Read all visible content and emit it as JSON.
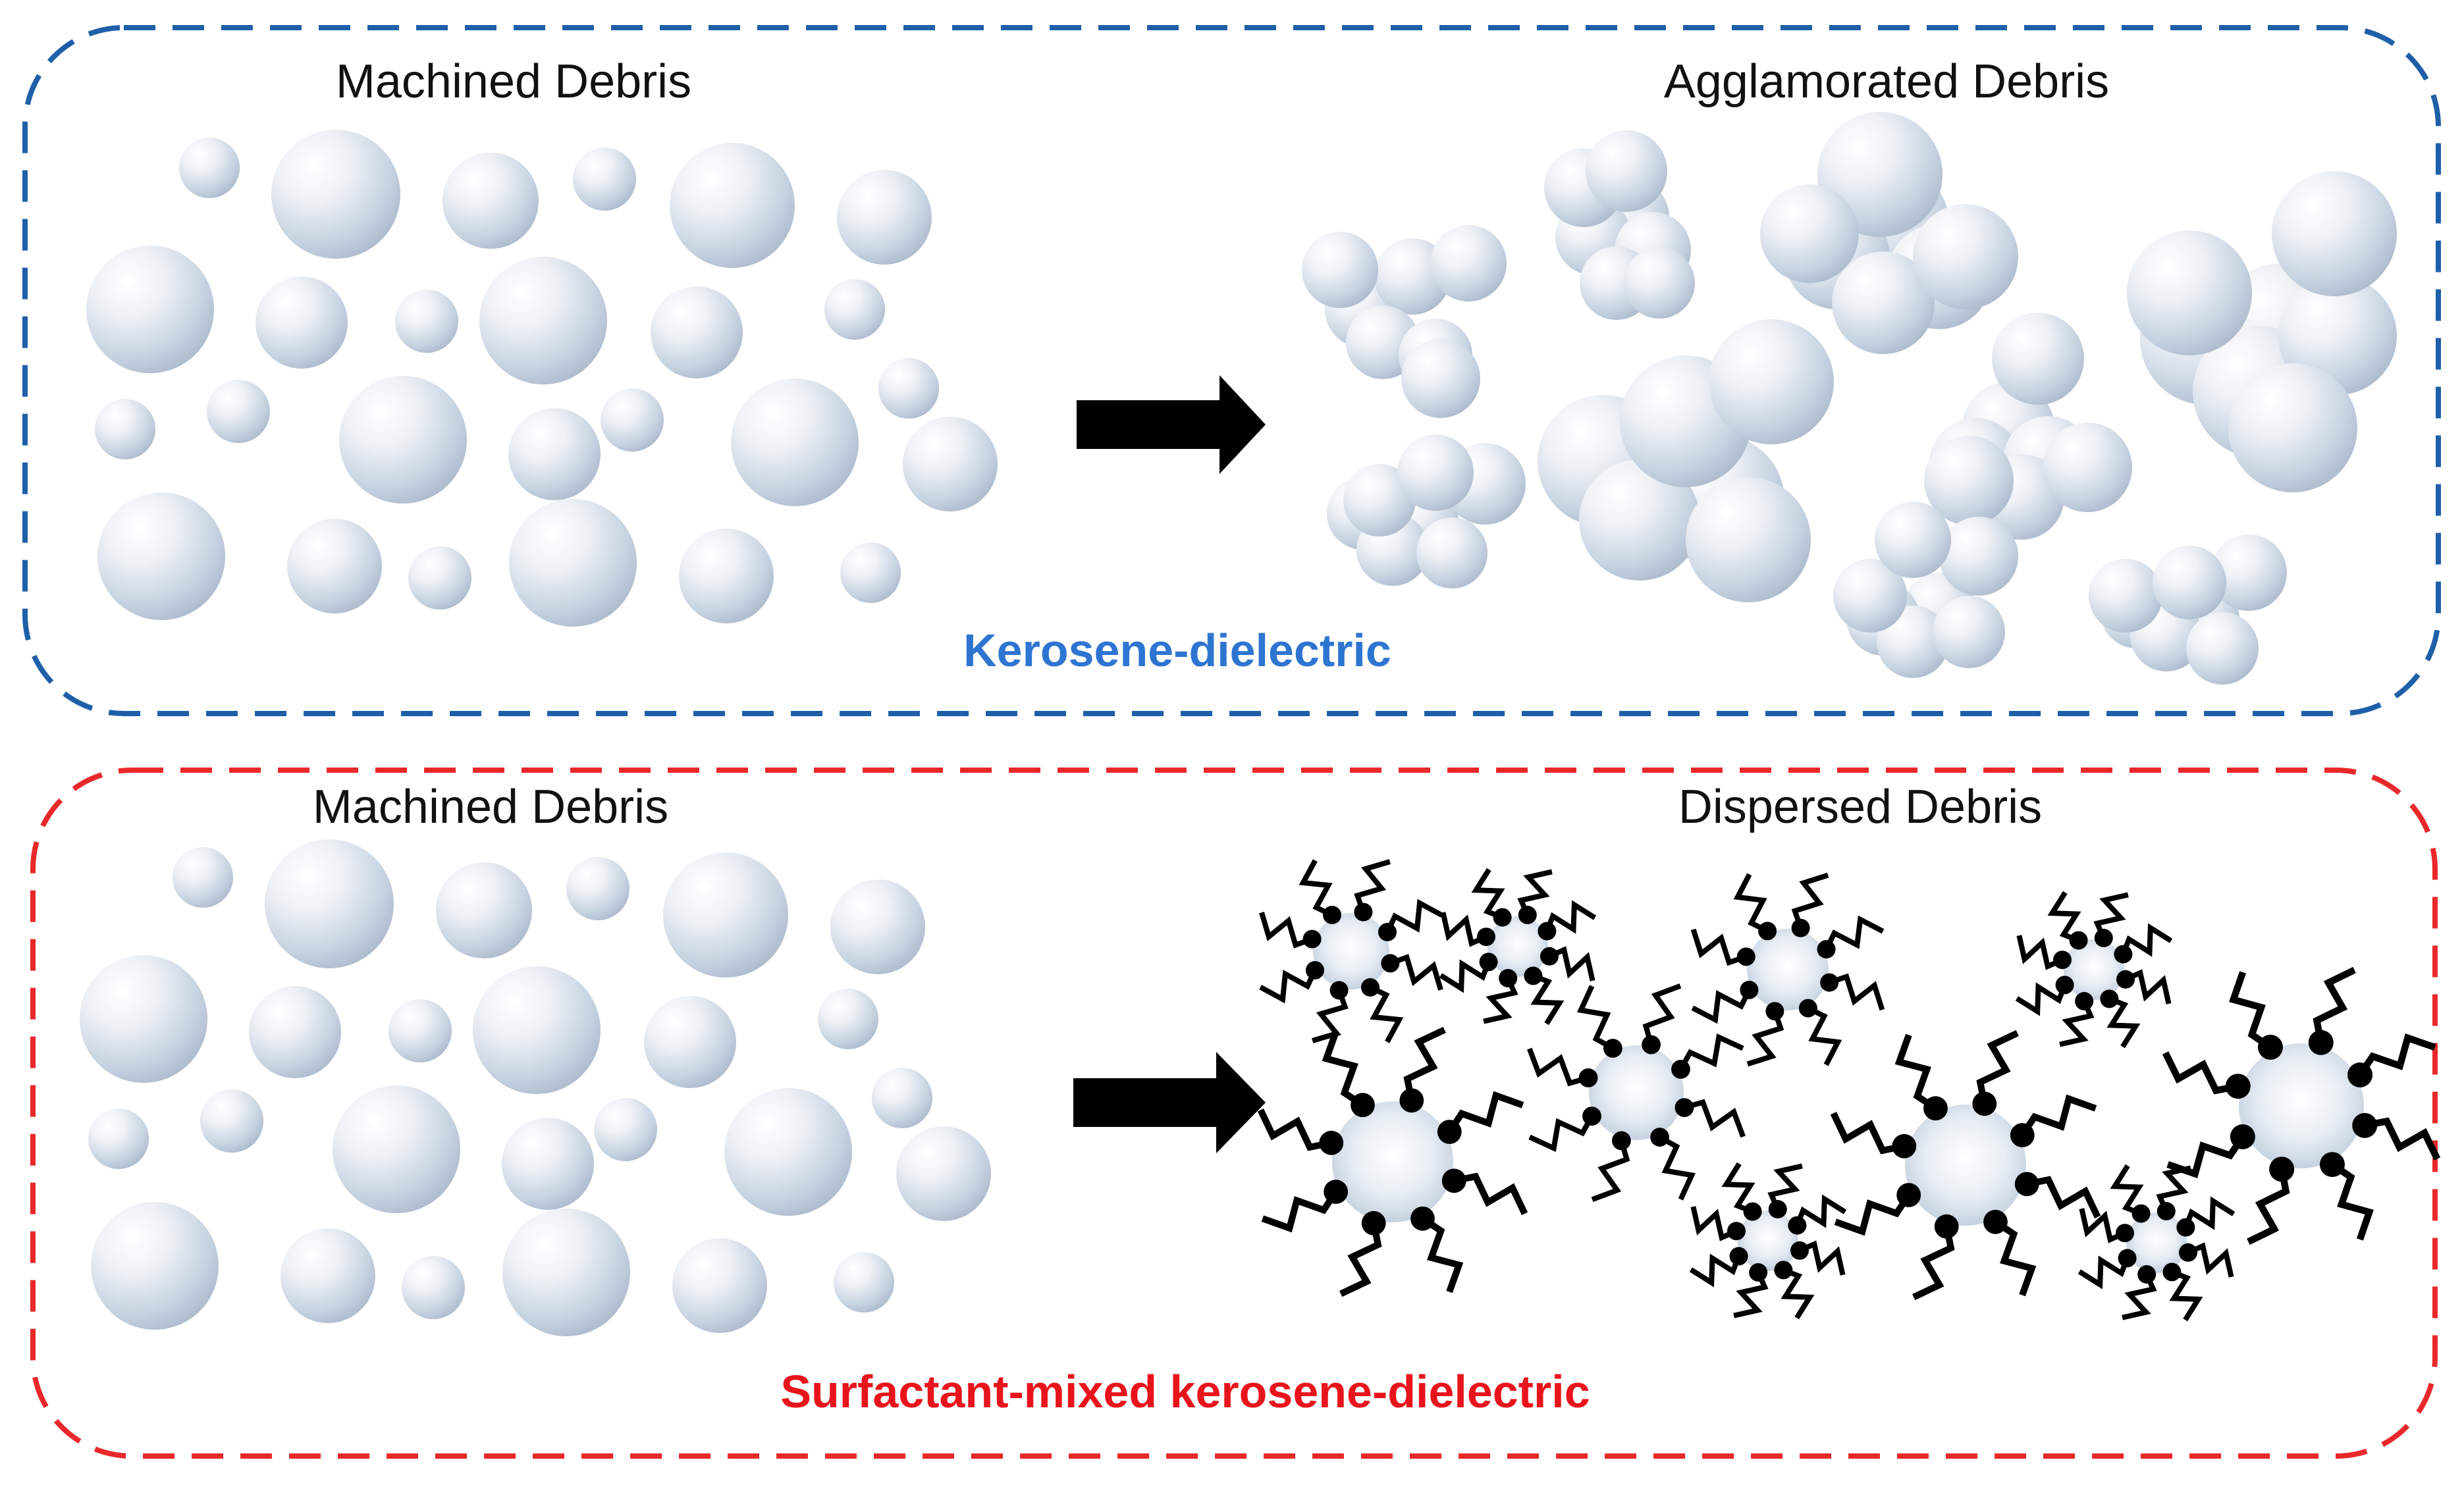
{
  "top_panel": {
    "left_label": "Machined Debris",
    "right_label": "Agglamorated Debris",
    "caption": "Kerosene-dielectric",
    "border_color": "#1f5fa8",
    "caption_color": "#2e75d2"
  },
  "bottom_panel": {
    "left_label": "Machined Debris",
    "right_label": "Dispersed Debris",
    "caption": "Surfactant-mixed kerosene-dielectric",
    "border_color": "#e8282a",
    "caption_color": "#e8141c"
  },
  "colors": {
    "particle_highlight": "#ffffff",
    "particle_shade": "#b8c6d8",
    "particle_base": "#a9b7c9",
    "arrow": "#000000",
    "surfactant": "#000000"
  },
  "icons": {
    "arrow": "right-arrow-icon",
    "particle": "sphere-particle",
    "surfactant": "surfactant-tail"
  }
}
